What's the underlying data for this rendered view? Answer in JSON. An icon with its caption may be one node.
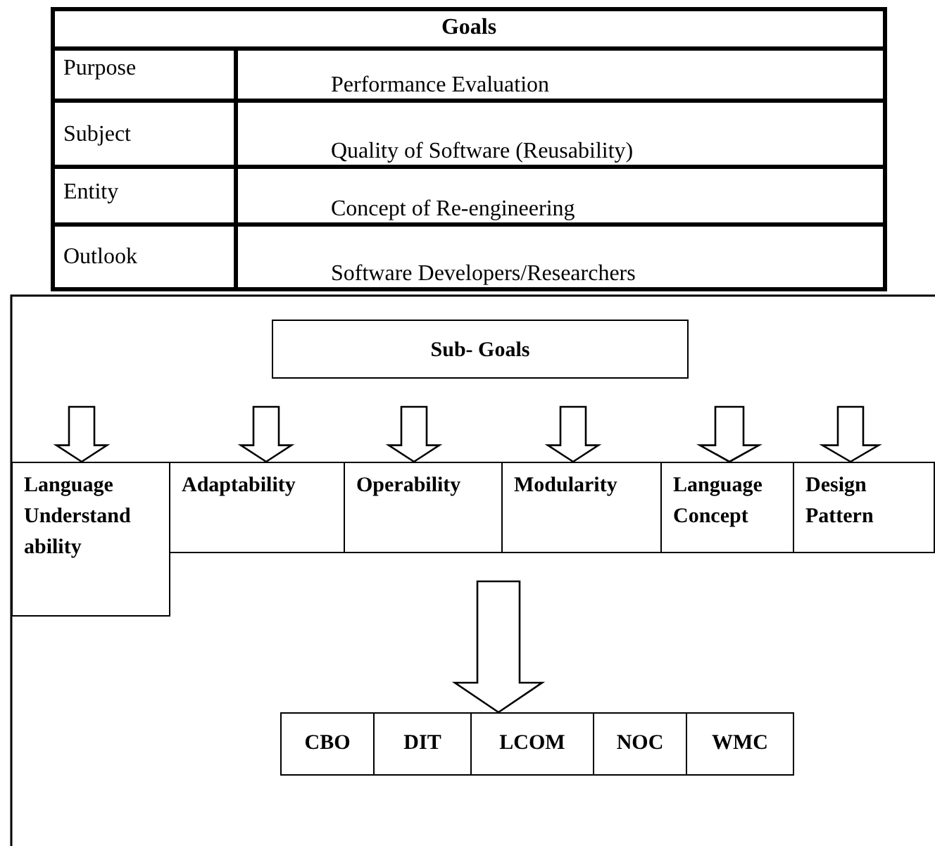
{
  "diagram": {
    "nodes": [
      {
        "text": [
          "Sub- Goals"
        ]
      },
      {
        "text": [
          "Language Understand ability"
        ]
      },
      {
        "text": [
          "Adaptability"
        ]
      },
      {
        "text": [
          "Operability"
        ]
      },
      {
        "text": [
          "Modularity"
        ]
      },
      {
        "text": [
          "Language Concept"
        ]
      },
      {
        "text": [
          "Design Pattern"
        ]
      },
      {
        "text": [
          "CBO"
        ]
      },
      {
        "text": [
          "DIT"
        ]
      },
      {
        "text": [
          "LCOM"
        ]
      },
      {
        "text": [
          "NOC"
        ]
      },
      {
        "text": [
          "WMC"
        ]
      }
    ],
    "edges": [
      {
        "from": null,
        "to": 1,
        "arrow": "to"
      },
      {
        "from": null,
        "to": 2,
        "arrow": "to"
      },
      {
        "from": null,
        "to": 3,
        "arrow": "to"
      },
      {
        "from": null,
        "to": 4,
        "arrow": "to"
      },
      {
        "from": null,
        "to": 5,
        "arrow": "to"
      },
      {
        "from": null,
        "to": 6,
        "arrow": "to"
      },
      {
        "from": null,
        "to": 9,
        "arrow": "to"
      }
    ],
    "labels": [
      "Goals",
      "Purpose",
      "Performance Evaluation",
      "Subject",
      "Quality of Software (Reusability)",
      "Entity",
      "Concept of Re-engineering",
      "Outlook",
      "Software Developers/Researchers"
    ]
  }
}
